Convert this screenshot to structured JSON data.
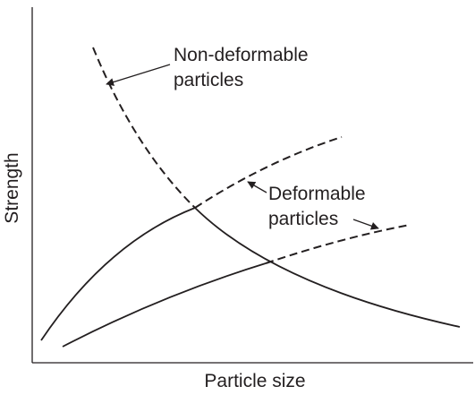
{
  "chart_data": {
    "type": "line",
    "title": "",
    "xlabel": "Particle size",
    "ylabel": "Strength",
    "ticks": "none",
    "grid": false,
    "legend": "none",
    "colors": {
      "line": "#231f20",
      "axis": "#231f20",
      "background": "#ffffff"
    },
    "annotations": [
      {
        "lines": [
          "Non-deformable",
          "particles"
        ],
        "points_to": "non-deformable dashed segment"
      },
      {
        "lines": [
          "Deformable",
          "particles"
        ],
        "points_to": "deformable dashed segments"
      }
    ],
    "series": [
      {
        "id": "non-deformable",
        "style": "dashed-then-solid"
      },
      {
        "id": "deformable-1",
        "style": "solid-then-dashed"
      },
      {
        "id": "deformable-2",
        "style": "solid-then-dashed"
      }
    ]
  }
}
